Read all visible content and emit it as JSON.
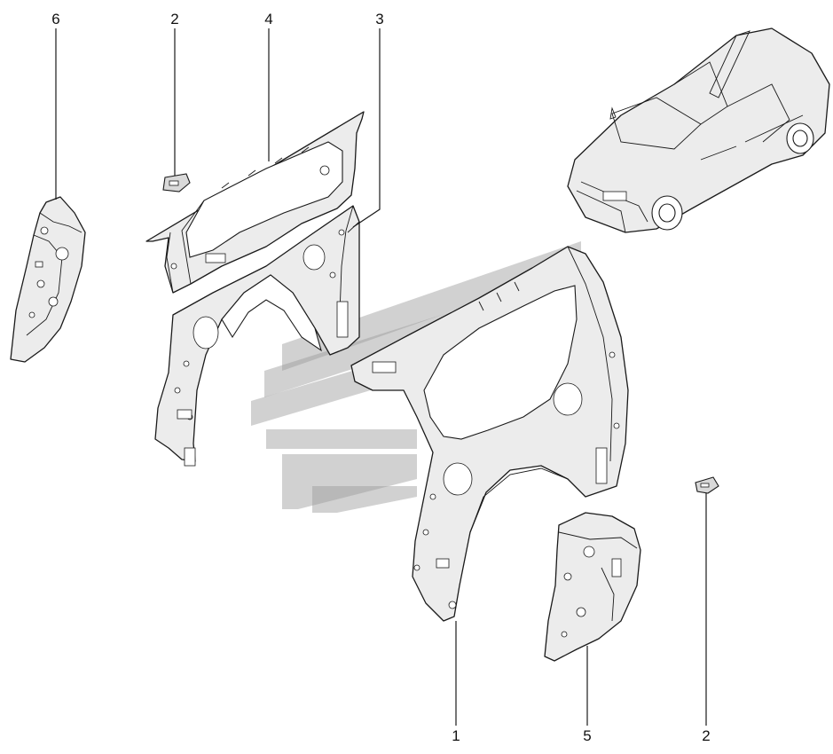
{
  "callouts": [
    {
      "id": "c6",
      "label": "6"
    },
    {
      "id": "c2a",
      "label": "2"
    },
    {
      "id": "c4",
      "label": "4"
    },
    {
      "id": "c3",
      "label": "3"
    },
    {
      "id": "c1",
      "label": "1"
    },
    {
      "id": "c5",
      "label": "5"
    },
    {
      "id": "c2b",
      "label": "2"
    }
  ],
  "colors": {
    "line": "#1a1a1a",
    "part_fill": "#ececec",
    "watermark": "#9a9a9a"
  }
}
